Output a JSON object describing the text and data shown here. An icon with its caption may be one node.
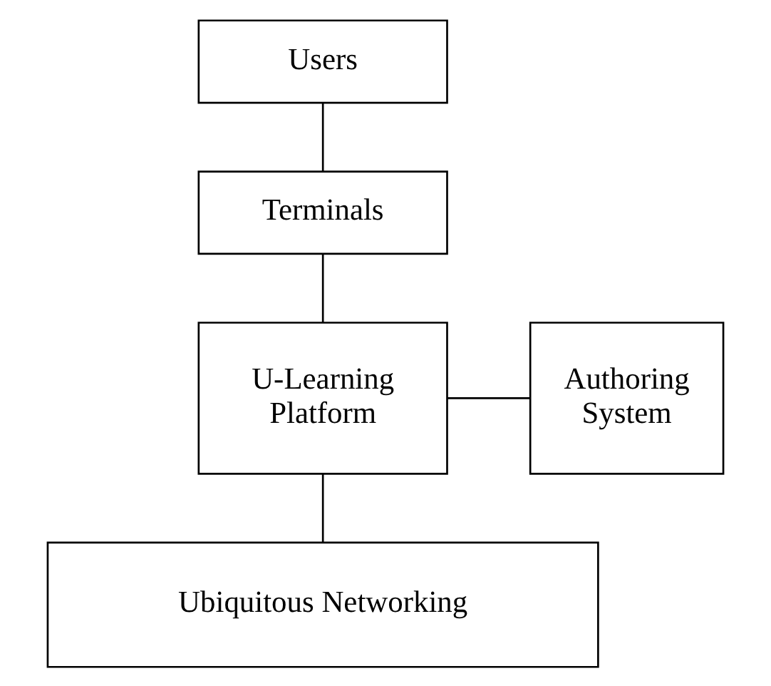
{
  "diagram": {
    "nodes": [
      {
        "text": [
          "Users"
        ]
      },
      {
        "text": [
          "Terminals"
        ]
      },
      {
        "text": [
          "U-Learning Platform"
        ]
      },
      {
        "text": [
          "Authoring System"
        ]
      },
      {
        "text": [
          "Ubiquitous Networking"
        ]
      }
    ],
    "edges": [
      {
        "from": 0,
        "to": 1,
        "arrow": "none"
      },
      {
        "from": 1,
        "to": 2,
        "arrow": "none"
      },
      {
        "from": 2,
        "to": 3,
        "arrow": "none"
      },
      {
        "from": 2,
        "to": 4,
        "arrow": "none"
      }
    ]
  }
}
